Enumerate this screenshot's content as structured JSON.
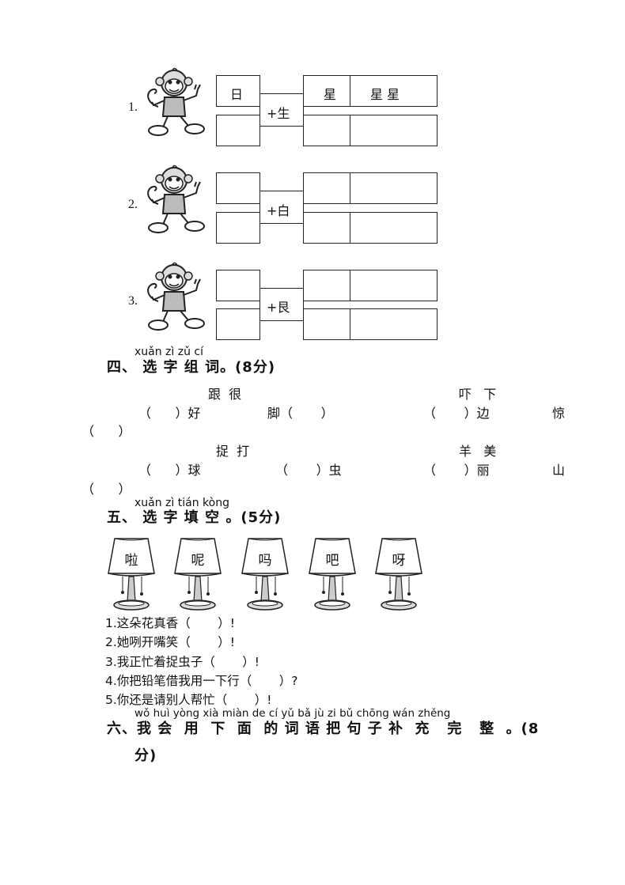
{
  "section3_items": [
    {
      "num": "1.",
      "left_top": "日",
      "plus": "+生",
      "right_top_a": "星",
      "right_top_b": "星 星"
    },
    {
      "num": "2.",
      "left_top": "",
      "plus": "+白",
      "right_top_a": "",
      "right_top_b": ""
    },
    {
      "num": "3.",
      "left_top": "",
      "plus": "+艮",
      "right_top_a": "",
      "right_top_b": ""
    }
  ],
  "section4": {
    "pinyin": "xuǎn zì zǔ cí",
    "title": "四、 选  字 组 词。(8分)",
    "row1_pairs": {
      "a": "跟  很",
      "b": "吓   下"
    },
    "row1_blanks": {
      "a": "（      ）好",
      "b": "脚（       ）",
      "c": "（       ）边",
      "d": "惊"
    },
    "row1_wrap": "（      ）",
    "row2_pairs": {
      "a": "捉  打",
      "b": "羊   美"
    },
    "row2_blanks": {
      "a": "（      ）球",
      "b": "（       ）虫",
      "c": "（       ）丽",
      "d": "山"
    },
    "row2_wrap": "（      ）"
  },
  "section5": {
    "pinyin": "xuǎn zì tián kòng",
    "title": "五、 选  字  填   空 。(5分)",
    "lamps": [
      "啦",
      "呢",
      "吗",
      "吧",
      "呀"
    ],
    "sentences": [
      "1.这朵花真香（       ）!",
      "2.她咧开嘴笑（       ）!",
      "3.我正忙着捉虫子（       ）!",
      "4.你把铅笔借我用一下行（       ）?",
      "5.你还是请别人帮忙（       ）!"
    ]
  },
  "section6": {
    "pinyin": "wǒ huì yòng xià miàn de cí yǔ bǎ jù zi bǔ chōng wán zhěng",
    "title": "六、我 会  用  下  面  的 词 语 把 句 子 补  充   完   整  。(8",
    "title_cont": "分)"
  }
}
